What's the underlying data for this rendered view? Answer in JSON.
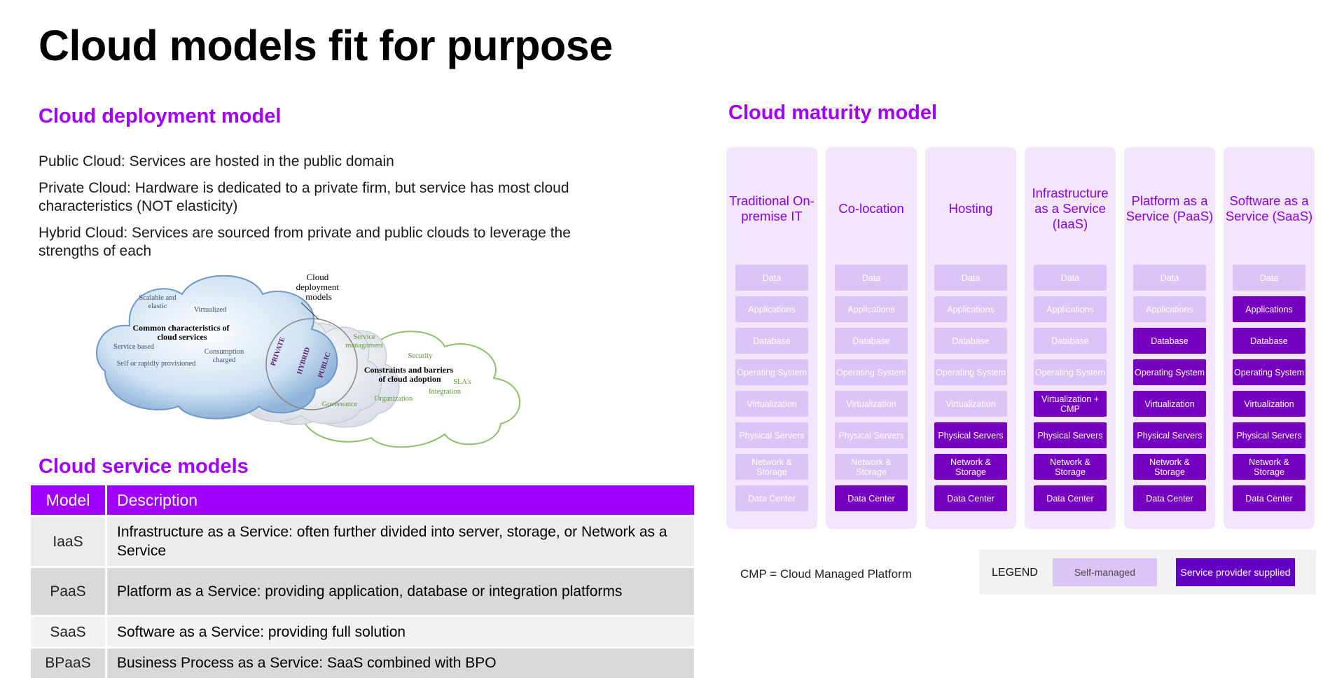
{
  "page_title": "Cloud models fit for purpose",
  "deployment": {
    "heading": "Cloud deployment model",
    "definitions": [
      "Public Cloud: Services are hosted in the public domain",
      "Private Cloud: Hardware is dedicated to a private firm, but service has most cloud characteristics (NOT elasticity)",
      "Hybrid Cloud: Services are sourced from private and public clouds to leverage the strengths of each"
    ],
    "diagram": {
      "center_label_1": "Cloud",
      "center_label_2": "deployment",
      "center_label_3": "models",
      "left_cloud": {
        "scalable_1": "Scalable and",
        "scalable_2": "elastic",
        "virtualized": "Virtualized",
        "common_1": "Common characteristics of",
        "common_2": "cloud services",
        "service_based": "Service based",
        "consumption_1": "Consumption",
        "consumption_2": "charged",
        "self_provisioned": "Self or rapidly provisioned"
      },
      "ring_labels": {
        "private": "PRIVATE",
        "hybrid": "HYBRID",
        "public": "PUBLIC"
      },
      "right_cloud": {
        "service_mgmt_1": "Service",
        "service_mgmt_2": "management",
        "security": "Security",
        "constraints_1": "Constraints and barriers",
        "constraints_2": "of cloud adoption",
        "slas": "SLA's",
        "integration": "Integration",
        "organization": "Organization",
        "governance": "Governance"
      }
    }
  },
  "service_models": {
    "heading": "Cloud service models",
    "columns": [
      "Model",
      "Description"
    ],
    "rows": [
      {
        "model": "IaaS",
        "term": "Infrastructure as a Service",
        "rest": ": often further divided into server, storage, or Network as a Service"
      },
      {
        "model": "PaaS",
        "term": "Platform as a Service:",
        "rest": " providing application, database or integration platforms"
      },
      {
        "model": "SaaS",
        "term": "Software as a Service",
        "rest": ": providing full solution"
      },
      {
        "model": "BPaaS",
        "term": "Business Process as a Service:",
        "rest": " SaaS combined with BPO"
      }
    ]
  },
  "maturity": {
    "heading": "Cloud maturity model",
    "layers": [
      "Data",
      "Applications",
      "Database",
      "Operating System",
      "Virtualization",
      "Physical Servers",
      "Network & Storage",
      "Data Center"
    ],
    "columns": [
      {
        "title": "Traditional On-premise IT",
        "cells": [
          "Data",
          "Applications",
          "Database",
          "Operating System",
          "Virtualization",
          "Physical Servers",
          "Network & Storage",
          "Data Center"
        ],
        "provider_from": 8
      },
      {
        "title": "Co-location",
        "cells": [
          "Data",
          "Applications",
          "Database",
          "Operating System",
          "Virtualization",
          "Physical Servers",
          "Network & Storage",
          "Data Center"
        ],
        "provider_from": 7
      },
      {
        "title": "Hosting",
        "cells": [
          "Data",
          "Applications",
          "Database",
          "Operating System",
          "Virtualization",
          "Physical Servers",
          "Network & Storage",
          "Data Center"
        ],
        "provider_from": 5
      },
      {
        "title": "Infrastructure as a Service (IaaS)",
        "cells": [
          "Data",
          "Applications",
          "Database",
          "Operating System",
          "Virtualization + CMP",
          "Physical Servers",
          "Network & Storage",
          "Data Center"
        ],
        "provider_from": 4
      },
      {
        "title": "Platform as a Service (PaaS)",
        "cells": [
          "Data",
          "Applications",
          "Database",
          "Operating System",
          "Virtualization",
          "Physical Servers",
          "Network & Storage",
          "Data Center"
        ],
        "provider_from": 2
      },
      {
        "title": "Software as a Service (SaaS)",
        "cells": [
          "Data",
          "Applications",
          "Database",
          "Operating System",
          "Virtualization",
          "Physical Servers",
          "Network & Storage",
          "Data Center"
        ],
        "provider_from": 1
      }
    ],
    "cmp_note": "CMP = Cloud Managed Platform",
    "legend": {
      "label": "LEGEND",
      "self_managed": "Self-managed",
      "provider_supplied": "Service provider supplied"
    }
  },
  "colors": {
    "accent": "#a100ff",
    "self_managed": "#dcc4f6",
    "provider": "#7500c0"
  }
}
